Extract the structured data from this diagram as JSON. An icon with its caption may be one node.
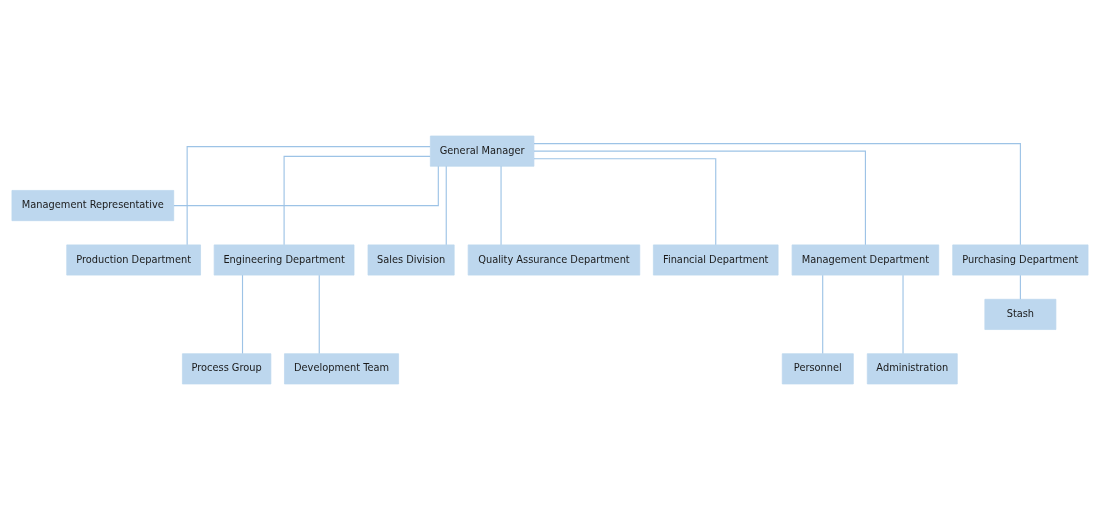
{
  "diagram": {
    "nodes": [
      {
        "text": [
          "General Manager"
        ]
      },
      {
        "text": [
          "Management Representative"
        ]
      },
      {
        "text": [
          "Production Department"
        ]
      },
      {
        "text": [
          "Engineering Department"
        ]
      },
      {
        "text": [
          "Sales Division"
        ]
      },
      {
        "text": [
          "Quality Assurance Department"
        ]
      },
      {
        "text": [
          "Financial Department"
        ]
      },
      {
        "text": [
          "Management Department"
        ]
      },
      {
        "text": [
          "Purchasing Department"
        ]
      },
      {
        "text": [
          "Stash"
        ]
      },
      {
        "text": [
          "Process Group"
        ]
      },
      {
        "text": [
          "Development Team"
        ]
      },
      {
        "text": [
          "Personnel"
        ]
      },
      {
        "text": [
          "Administration"
        ]
      }
    ],
    "edges": [
      {
        "from": 0,
        "to": 1,
        "arrow": "none"
      },
      {
        "from": 0,
        "to": 2,
        "arrow": "none"
      },
      {
        "from": 0,
        "to": 3,
        "arrow": "none"
      },
      {
        "from": 0,
        "to": 4,
        "arrow": "none"
      },
      {
        "from": 0,
        "to": 5,
        "arrow": "none"
      },
      {
        "from": 0,
        "to": 6,
        "arrow": "none"
      },
      {
        "from": 0,
        "to": 7,
        "arrow": "none"
      },
      {
        "from": 0,
        "to": 8,
        "arrow": "none"
      },
      {
        "from": 8,
        "to": 9,
        "arrow": "none"
      },
      {
        "from": 3,
        "to": 10,
        "arrow": "none"
      },
      {
        "from": 3,
        "to": 11,
        "arrow": "none"
      },
      {
        "from": 7,
        "to": 12,
        "arrow": "none"
      },
      {
        "from": 7,
        "to": 13,
        "arrow": "none"
      }
    ]
  }
}
